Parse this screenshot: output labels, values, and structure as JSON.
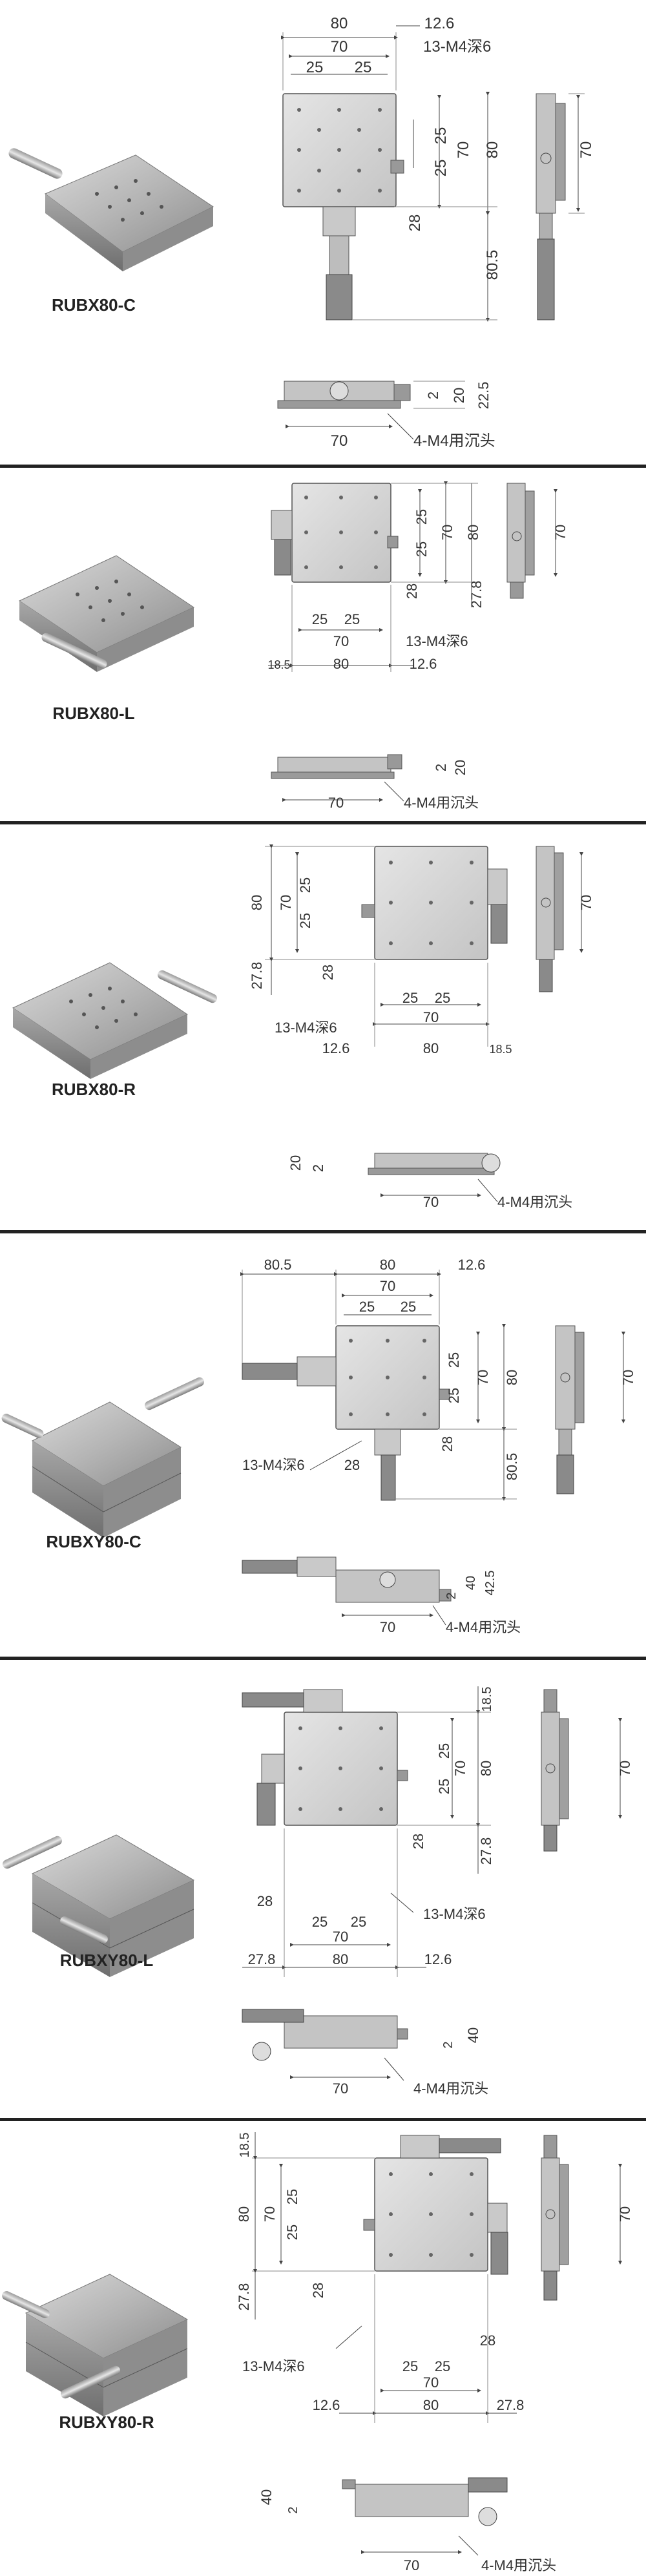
{
  "sections": [
    {
      "model": "RUBX80-C",
      "dims_top": [
        "80",
        "12.6",
        "70",
        "13-M4深6",
        "25",
        "25"
      ],
      "dims_mid": [
        "25",
        "25",
        "70",
        "80",
        "28",
        "80.5"
      ],
      "dims_side": [
        "70"
      ],
      "dims_bottom": [
        "2",
        "20",
        "22.5",
        "70",
        "4-M4用沉头"
      ]
    },
    {
      "model": "RUBX80-L",
      "dims_main": [
        "25",
        "25",
        "70",
        "80",
        "27.8",
        "28",
        "13-M4深6",
        "25",
        "25",
        "70",
        "18.5",
        "80",
        "12.6"
      ],
      "dims_side": [
        "70"
      ],
      "dims_bottom": [
        "2",
        "20",
        "70",
        "4-M4用沉头"
      ]
    },
    {
      "model": "RUBX80-R",
      "dims_main": [
        "80",
        "70",
        "25",
        "25",
        "27.8",
        "28",
        "13-M4深6",
        "25",
        "25",
        "70",
        "12.6",
        "80",
        "18.5"
      ],
      "dims_side": [
        "70"
      ],
      "dims_bottom": [
        "20",
        "2",
        "70",
        "4-M4用沉头"
      ]
    },
    {
      "model": "RUBXY80-C",
      "dims_top": [
        "80.5",
        "80",
        "12.6",
        "70",
        "25",
        "25"
      ],
      "dims_mid": [
        "25",
        "25",
        "70",
        "80",
        "13-M4深6",
        "28",
        "28",
        "80.5"
      ],
      "dims_side": [
        "70"
      ],
      "dims_bottom": [
        "2",
        "40",
        "42.5",
        "70",
        "4-M4用沉头"
      ]
    },
    {
      "model": "RUBXY80-L",
      "dims_main": [
        "18.5",
        "25",
        "25",
        "70",
        "80",
        "28",
        "27.8",
        "28",
        "25",
        "25",
        "13-M4深6",
        "70",
        "27.8",
        "80",
        "12.6"
      ],
      "dims_side": [
        "70"
      ],
      "dims_bottom": [
        "2",
        "40",
        "70",
        "4-M4用沉头"
      ]
    },
    {
      "model": "RUBXY80-R",
      "dims_main": [
        "18.5",
        "25",
        "25",
        "80",
        "70",
        "27.8",
        "28",
        "28",
        "13-M4深6",
        "25",
        "25",
        "70",
        "12.6",
        "80",
        "27.8"
      ],
      "dims_side": [
        "70"
      ],
      "dims_bottom": [
        "40",
        "2",
        "70",
        "4-M4用沉头"
      ]
    }
  ]
}
